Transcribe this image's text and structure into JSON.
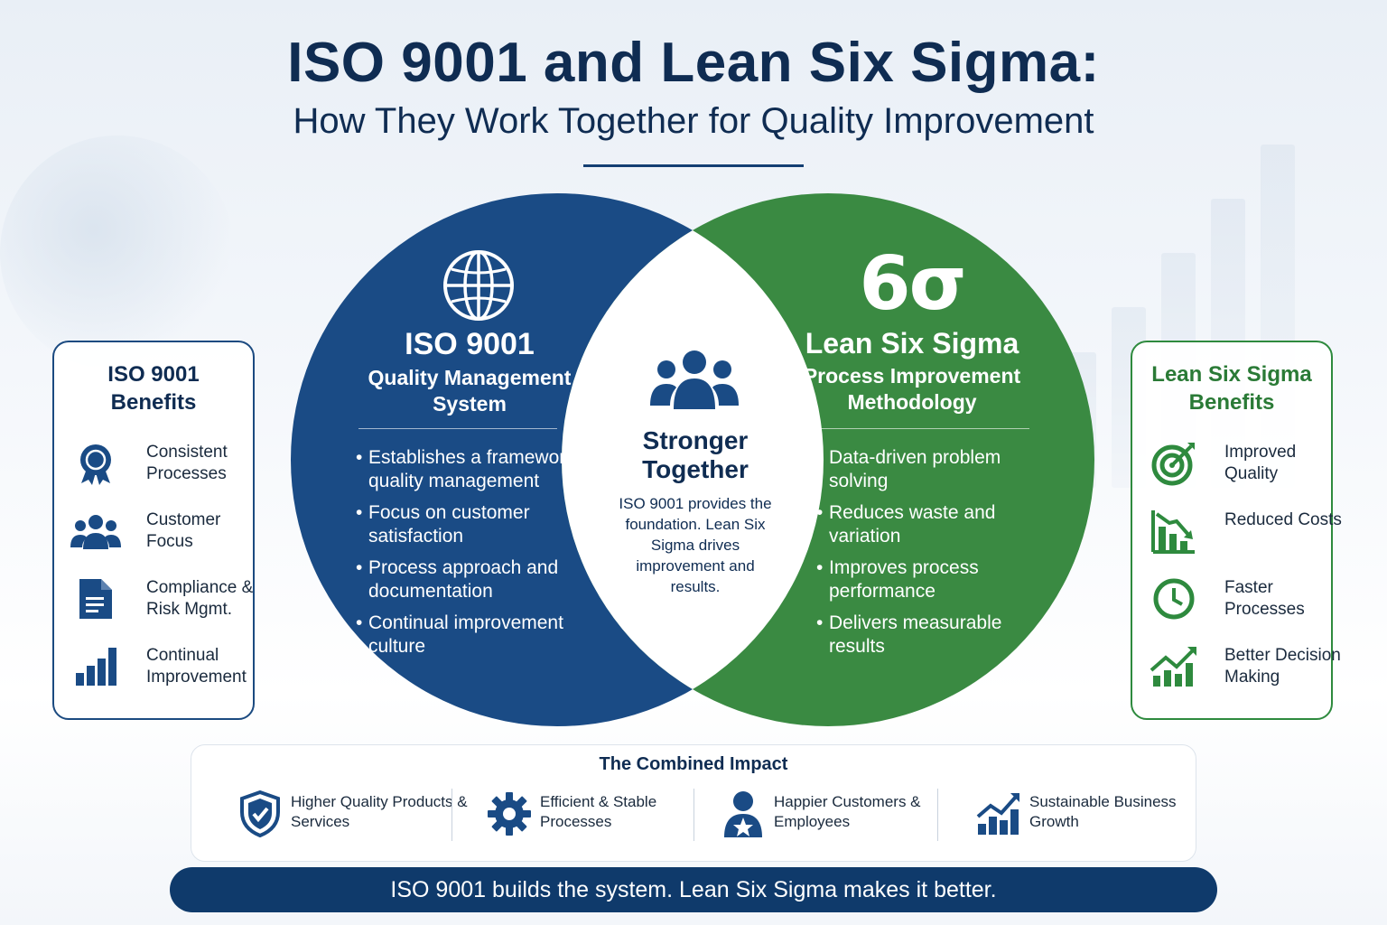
{
  "header": {
    "title": "ISO 9001 and Lean Six Sigma:",
    "subtitle": "How They Work Together for Quality Improvement"
  },
  "colors": {
    "iso_blue": "#1a4b85",
    "lss_green": "#3a8a42",
    "navy": "#0f2c52"
  },
  "iso": {
    "icon": "globe-icon",
    "title": "ISO 9001",
    "subtitle_line1": "Quality Management",
    "subtitle_line2": "System",
    "bullets": [
      "Establishes a framework for quality management",
      "Focus on customer satisfaction",
      "Process approach and documentation",
      "Continual improvement culture"
    ]
  },
  "lss": {
    "symbol": "6σ",
    "title": "Lean Six Sigma",
    "subtitle_line1": "Process Improvement",
    "subtitle_line2": "Methodology",
    "bullets": [
      "Data-driven problem solving",
      "Reduces waste and variation",
      "Improves process performance",
      "Delivers measurable results"
    ]
  },
  "center": {
    "icon": "team-icon",
    "title": "Stronger Together",
    "description": "ISO 9001 provides the foundation. Lean Six Sigma drives improvement and results."
  },
  "iso_benefits": {
    "title_line1": "ISO 9001",
    "title_line2": "Benefits",
    "items": [
      {
        "icon": "award-ribbon-icon",
        "label": "Consistent Processes"
      },
      {
        "icon": "customers-icon",
        "label": "Customer Focus"
      },
      {
        "icon": "document-icon",
        "label": "Compliance & Risk Mgmt."
      },
      {
        "icon": "bar-chart-icon",
        "label": "Continual Improvement"
      }
    ]
  },
  "lss_benefits": {
    "title_line1": "Lean Six Sigma",
    "title_line2": "Benefits",
    "items": [
      {
        "icon": "target-icon",
        "label": "Improved Quality"
      },
      {
        "icon": "declining-chart-icon",
        "label": "Reduced Costs"
      },
      {
        "icon": "clock-icon",
        "label": "Faster Processes"
      },
      {
        "icon": "trend-up-icon",
        "label": "Better Decision Making"
      }
    ]
  },
  "impact": {
    "title": "The Combined Impact",
    "items": [
      {
        "icon": "shield-check-icon",
        "label": "Higher Quality Products & Services"
      },
      {
        "icon": "gear-icon",
        "label": "Efficient & Stable Processes"
      },
      {
        "icon": "person-star-icon",
        "label": "Happier Customers & Employees"
      },
      {
        "icon": "growth-chart-icon",
        "label": "Sustainable Business Growth"
      }
    ]
  },
  "footer": {
    "tagline": "ISO 9001 builds the system. Lean Six Sigma makes it better."
  }
}
